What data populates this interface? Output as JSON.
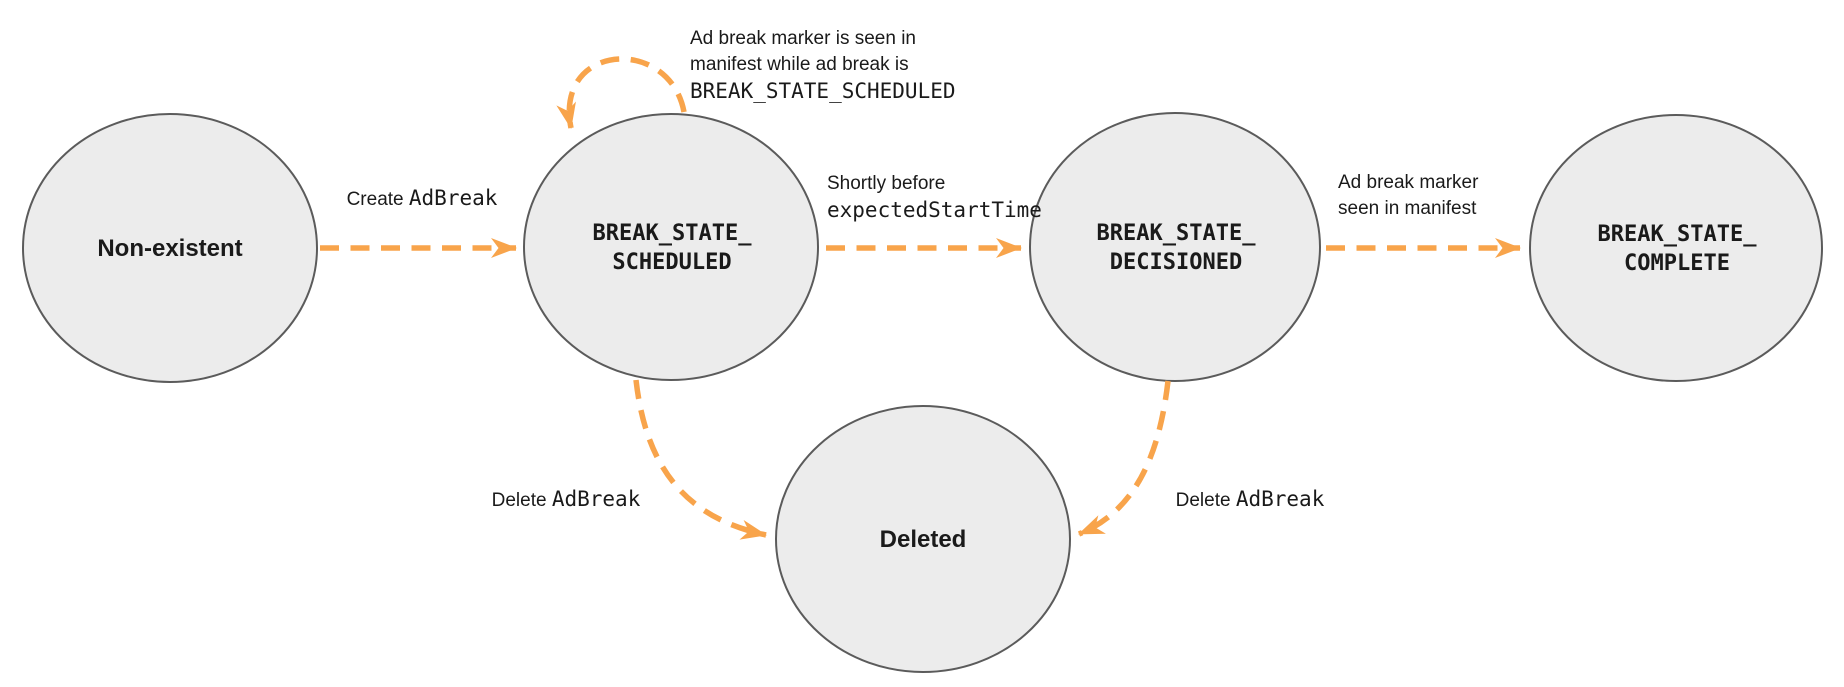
{
  "diagram": {
    "colors": {
      "arrow": "#F8A44B",
      "state-fill": "#ECECEC",
      "state-stroke": "#5B5B5B",
      "text": "#1A1A1A",
      "bg": "#FFFFFF"
    },
    "states": {
      "non_existent": {
        "label": "Non-existent"
      },
      "scheduled": {
        "line1": "BREAK_STATE_",
        "line2": "SCHEDULED"
      },
      "decisioned": {
        "line1": "BREAK_STATE_",
        "line2": "DECISIONED"
      },
      "complete": {
        "line1": "BREAK_STATE_",
        "line2": "COMPLETE"
      },
      "deleted": {
        "label": "Deleted"
      }
    },
    "transitions": {
      "create": {
        "text": "Create ",
        "code": "AdBreak"
      },
      "marker_seen_while_scheduled": {
        "line1": "Ad break marker is seen in",
        "line2": "manifest while ad break is",
        "code": "BREAK_STATE_SCHEDULED"
      },
      "shortly_before": {
        "text": "Shortly before",
        "code": "expectedStartTime"
      },
      "marker_seen": {
        "line1": "Ad break marker",
        "line2": "seen in manifest"
      },
      "delete_from_scheduled": {
        "text": "Delete ",
        "code": "AdBreak"
      },
      "delete_from_decisioned": {
        "text": "Delete ",
        "code": "AdBreak"
      }
    }
  }
}
